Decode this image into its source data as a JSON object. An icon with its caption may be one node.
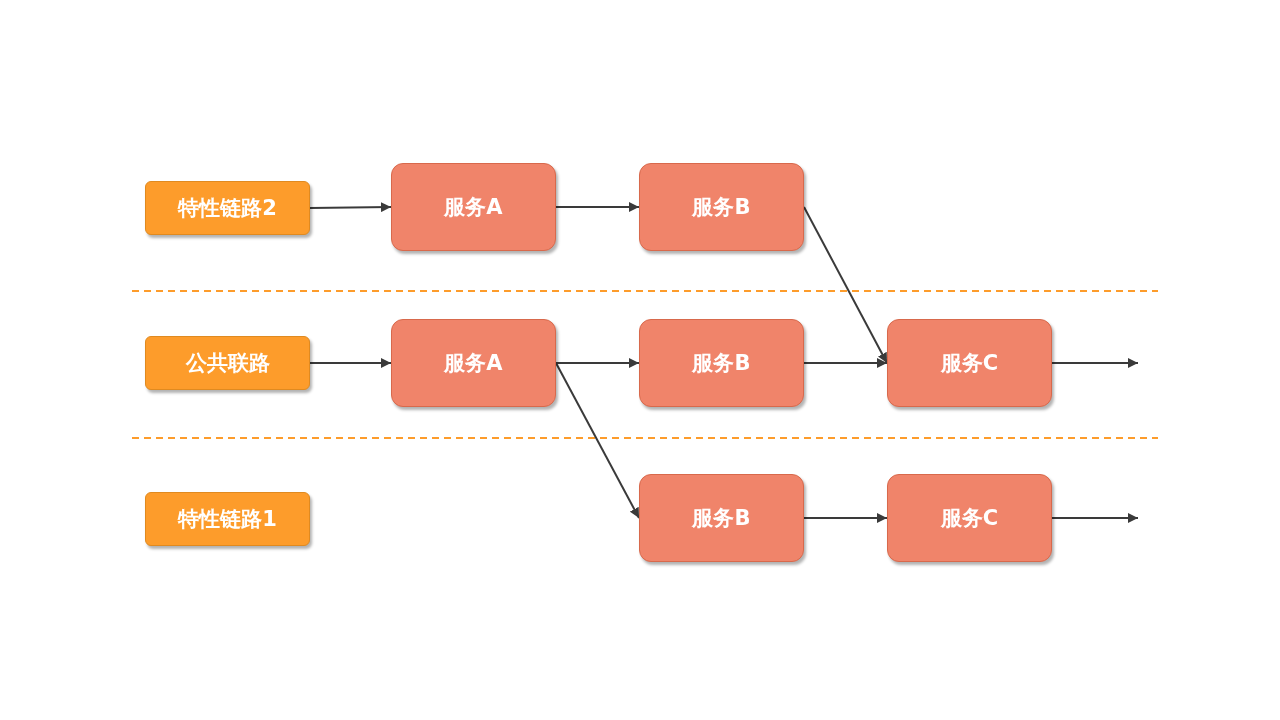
{
  "diagram": {
    "nodes": [
      {
        "text": [
          "特性链路2"
        ]
      },
      {
        "text": [
          "服务A"
        ]
      },
      {
        "text": [
          "服务B"
        ]
      },
      {
        "text": [
          "公共联路"
        ]
      },
      {
        "text": [
          "服务A"
        ]
      },
      {
        "text": [
          "服务B"
        ]
      },
      {
        "text": [
          "服务C"
        ]
      },
      {
        "text": [
          "特性链路1"
        ]
      },
      {
        "text": [
          "服务B"
        ]
      },
      {
        "text": [
          "服务C"
        ]
      }
    ],
    "edges": [
      {
        "from": 0,
        "to": 1,
        "arrow": "to"
      },
      {
        "from": 1,
        "to": 2,
        "arrow": "to"
      },
      {
        "from": 2,
        "to": 6,
        "arrow": "to"
      },
      {
        "from": 3,
        "to": 4,
        "arrow": "to"
      },
      {
        "from": 4,
        "to": 5,
        "arrow": "to"
      },
      {
        "from": 5,
        "to": 6,
        "arrow": "to"
      },
      {
        "from": 6,
        "to": null,
        "arrow": "to"
      },
      {
        "from": 4,
        "to": 8,
        "arrow": "to"
      },
      {
        "from": 8,
        "to": 9,
        "arrow": "to"
      },
      {
        "from": 9,
        "to": null,
        "arrow": "to"
      }
    ]
  }
}
